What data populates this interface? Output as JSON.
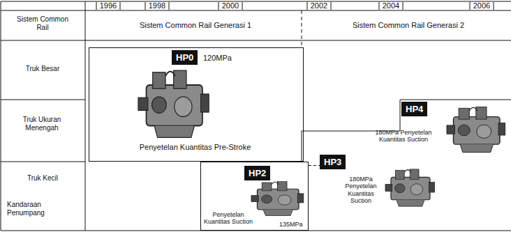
{
  "diagram": {
    "nodes": [
      {
        "text": [
          "120MPa",
          "Penyetelan Kuantitas Pre-Stroke"
        ]
      },
      {
        "text": [
          "HP0"
        ],
        "in": 0
      },
      {
        "text": [
          "180MPa Penyetelan Kuantitas Suction"
        ]
      },
      {
        "text": [
          "HP4"
        ],
        "in": 2
      },
      {
        "text": [
          "Penyetelan Kuantitas Suction",
          "135MPa"
        ]
      },
      {
        "text": [
          "HP2"
        ],
        "in": 4
      },
      {
        "text": [
          "HP3"
        ]
      }
    ],
    "edges": [
      {
        "from": 4,
        "to": 6,
        "arrow": "none"
      }
    ],
    "labels": [
      "1996",
      "1998",
      "2000",
      "2002",
      "2004",
      "2006",
      "Sistem Common Rail",
      "Sistem Common Rail Generasi 1",
      "Sistem Common Rail Generasi 2",
      "Truk Besar",
      "Truk Ukuran Menengah",
      "Truk Kecil",
      "Kandaraan Penumpang",
      "180MPa Penyetelan Kuantitas Suction"
    ]
  }
}
